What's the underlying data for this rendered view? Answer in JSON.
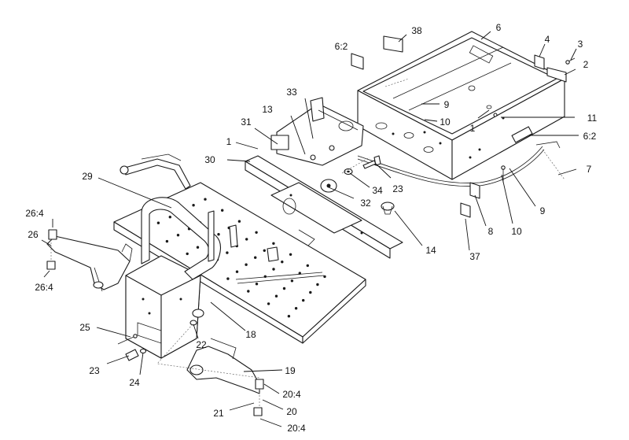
{
  "callouts": [
    {
      "id": "c-38",
      "text": "38"
    },
    {
      "id": "c-6-top",
      "text": "6"
    },
    {
      "id": "c-4",
      "text": "4"
    },
    {
      "id": "c-3",
      "text": "3"
    },
    {
      "id": "c-2",
      "text": "2"
    },
    {
      "id": "c-6-2-top",
      "text": "6:2"
    },
    {
      "id": "c-33",
      "text": "33"
    },
    {
      "id": "c-13",
      "text": "13"
    },
    {
      "id": "c-31",
      "text": "31"
    },
    {
      "id": "c-1-left",
      "text": "1"
    },
    {
      "id": "c-9-top",
      "text": "9"
    },
    {
      "id": "c-10-top",
      "text": "10"
    },
    {
      "id": "c-1-right",
      "text": "1"
    },
    {
      "id": "c-11",
      "text": "11"
    },
    {
      "id": "c-6-2-right",
      "text": "6:2"
    },
    {
      "id": "c-7",
      "text": "7"
    },
    {
      "id": "c-30",
      "text": "30"
    },
    {
      "id": "c-29",
      "text": "29"
    },
    {
      "id": "c-34",
      "text": "34"
    },
    {
      "id": "c-23-top",
      "text": "23"
    },
    {
      "id": "c-32",
      "text": "32"
    },
    {
      "id": "c-9-bottom",
      "text": "9"
    },
    {
      "id": "c-10-bottom",
      "text": "10"
    },
    {
      "id": "c-8",
      "text": "8"
    },
    {
      "id": "c-26-4-top",
      "text": "26:4"
    },
    {
      "id": "c-26",
      "text": "26"
    },
    {
      "id": "c-14",
      "text": "14"
    },
    {
      "id": "c-37",
      "text": "37"
    },
    {
      "id": "c-26-4-bottom",
      "text": "26:4"
    },
    {
      "id": "c-25",
      "text": "25"
    },
    {
      "id": "c-18",
      "text": "18"
    },
    {
      "id": "c-22",
      "text": "22"
    },
    {
      "id": "c-23-bottom",
      "text": "23"
    },
    {
      "id": "c-24",
      "text": "24"
    },
    {
      "id": "c-19",
      "text": "19"
    },
    {
      "id": "c-20-4-top",
      "text": "20:4"
    },
    {
      "id": "c-21",
      "text": "21"
    },
    {
      "id": "c-20",
      "text": "20"
    },
    {
      "id": "c-20-4-bottom",
      "text": "20:4"
    }
  ]
}
